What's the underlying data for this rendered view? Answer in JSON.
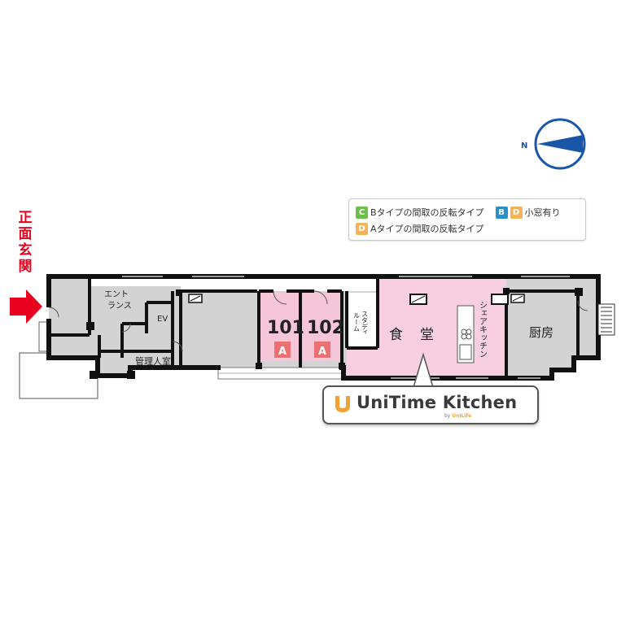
{
  "entrance": {
    "label": "正面玄関",
    "color": "#e8001c"
  },
  "compass": {
    "letter": "N",
    "color": "#1a56a8"
  },
  "legend": {
    "row1": {
      "badge1": "C",
      "text1": "Bタイプの間取の反転タイプ",
      "badge2": "B",
      "badge3": "D",
      "text2": "小窓有り"
    },
    "row2": {
      "badge1": "D",
      "text1": "Aタイプの間取の反転タイプ"
    },
    "colors": {
      "C": "#6cc04a",
      "B": "#2a8fc7",
      "D": "#f2b35b"
    }
  },
  "rooms": {
    "entrance_hall_line1": "エント",
    "entrance_hall_line2": "ランス",
    "ev": "EV",
    "manager": "管理人室",
    "room101": "101",
    "room102": "102",
    "room_type": "A",
    "study_line1": "スタデ",
    "study_line2": "ィ",
    "study_line3": "ルーム",
    "dining_1": "食",
    "dining_2": "堂",
    "share_kitchen": "シェアキッチン",
    "kitchen": "厨房"
  },
  "colors": {
    "room_fill": "#f5c6d8",
    "dining_fill": "#f7cfe0",
    "gray_fill": "#d3d3d3",
    "type_badge": "#ee6f72",
    "wall": "#111111"
  },
  "logo": {
    "brand": "UniTime Kitchen",
    "by_prefix": "by ",
    "by_name": "UniLife",
    "accent": "#f0a23a"
  }
}
